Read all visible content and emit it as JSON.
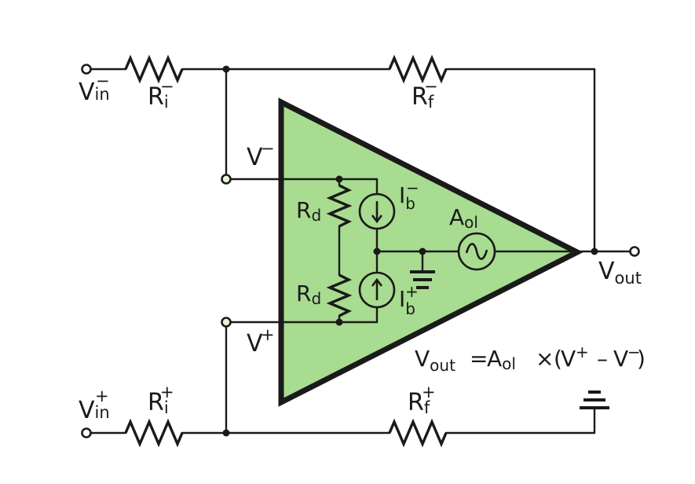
{
  "colors": {
    "opamp_fill": "#a8dc90",
    "line": "#1a1a1a",
    "background": "#ffffff"
  },
  "labels": {
    "vin_minus": {
      "main": "V",
      "sub": "in",
      "sup": "−"
    },
    "vin_plus": {
      "main": "V",
      "sub": "in",
      "sup": "+"
    },
    "ri_minus": {
      "main": "R",
      "sub": "i",
      "sup": "−"
    },
    "ri_plus": {
      "main": "R",
      "sub": "i",
      "sup": "+"
    },
    "rf_minus": {
      "main": "R",
      "sub": "f",
      "sup": "−"
    },
    "rf_plus": {
      "main": "R",
      "sub": "f",
      "sup": "+"
    },
    "v_minus": {
      "main": "V",
      "sup": "−"
    },
    "v_plus": {
      "main": "V",
      "sup": "+"
    },
    "rd_top": {
      "main": "R",
      "sub": "d"
    },
    "rd_bottom": {
      "main": "R",
      "sub": "d"
    },
    "ib_minus": {
      "main": "I",
      "sub": "b",
      "sup": "−"
    },
    "ib_plus": {
      "main": "I",
      "sub": "b",
      "sup": "+"
    },
    "aol": {
      "main": "A",
      "sub": "ol"
    },
    "vout": {
      "main": "V",
      "sub": "out"
    }
  },
  "equation": {
    "lhs_main": "V",
    "lhs_sub": "out",
    "equals": "=",
    "gain_main": "A",
    "gain_sub": "ol",
    "times": "×",
    "open_paren": "(",
    "v1_main": "V",
    "v1_sup": "+",
    "minus": "–",
    "v2_main": "V",
    "v2_sup": "−",
    "close_paren": ")"
  }
}
